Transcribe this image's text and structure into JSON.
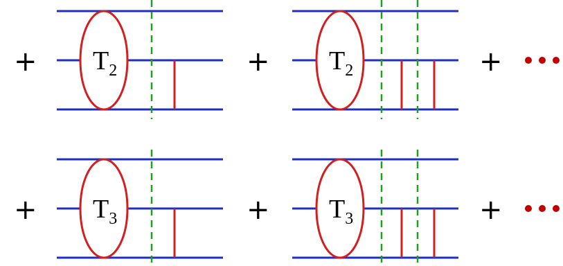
{
  "diagram": {
    "operator": "+",
    "colors": {
      "propagator": "#1f2fbf",
      "blob": "#d21f1f",
      "rung": "#d21f1f",
      "cut": "#1fa01f",
      "ellipsis": "#c00000"
    },
    "rows": [
      {
        "label": "T",
        "subscript": "2",
        "terms": [
          {
            "rungs": 1,
            "cuts": 1
          },
          {
            "rungs": 2,
            "cuts": 2
          }
        ],
        "continuation": "•••"
      },
      {
        "label": "T",
        "subscript": "3",
        "terms": [
          {
            "rungs": 1,
            "cuts": 1
          },
          {
            "rungs": 2,
            "cuts": 2
          }
        ],
        "continuation": "•••"
      }
    ]
  }
}
